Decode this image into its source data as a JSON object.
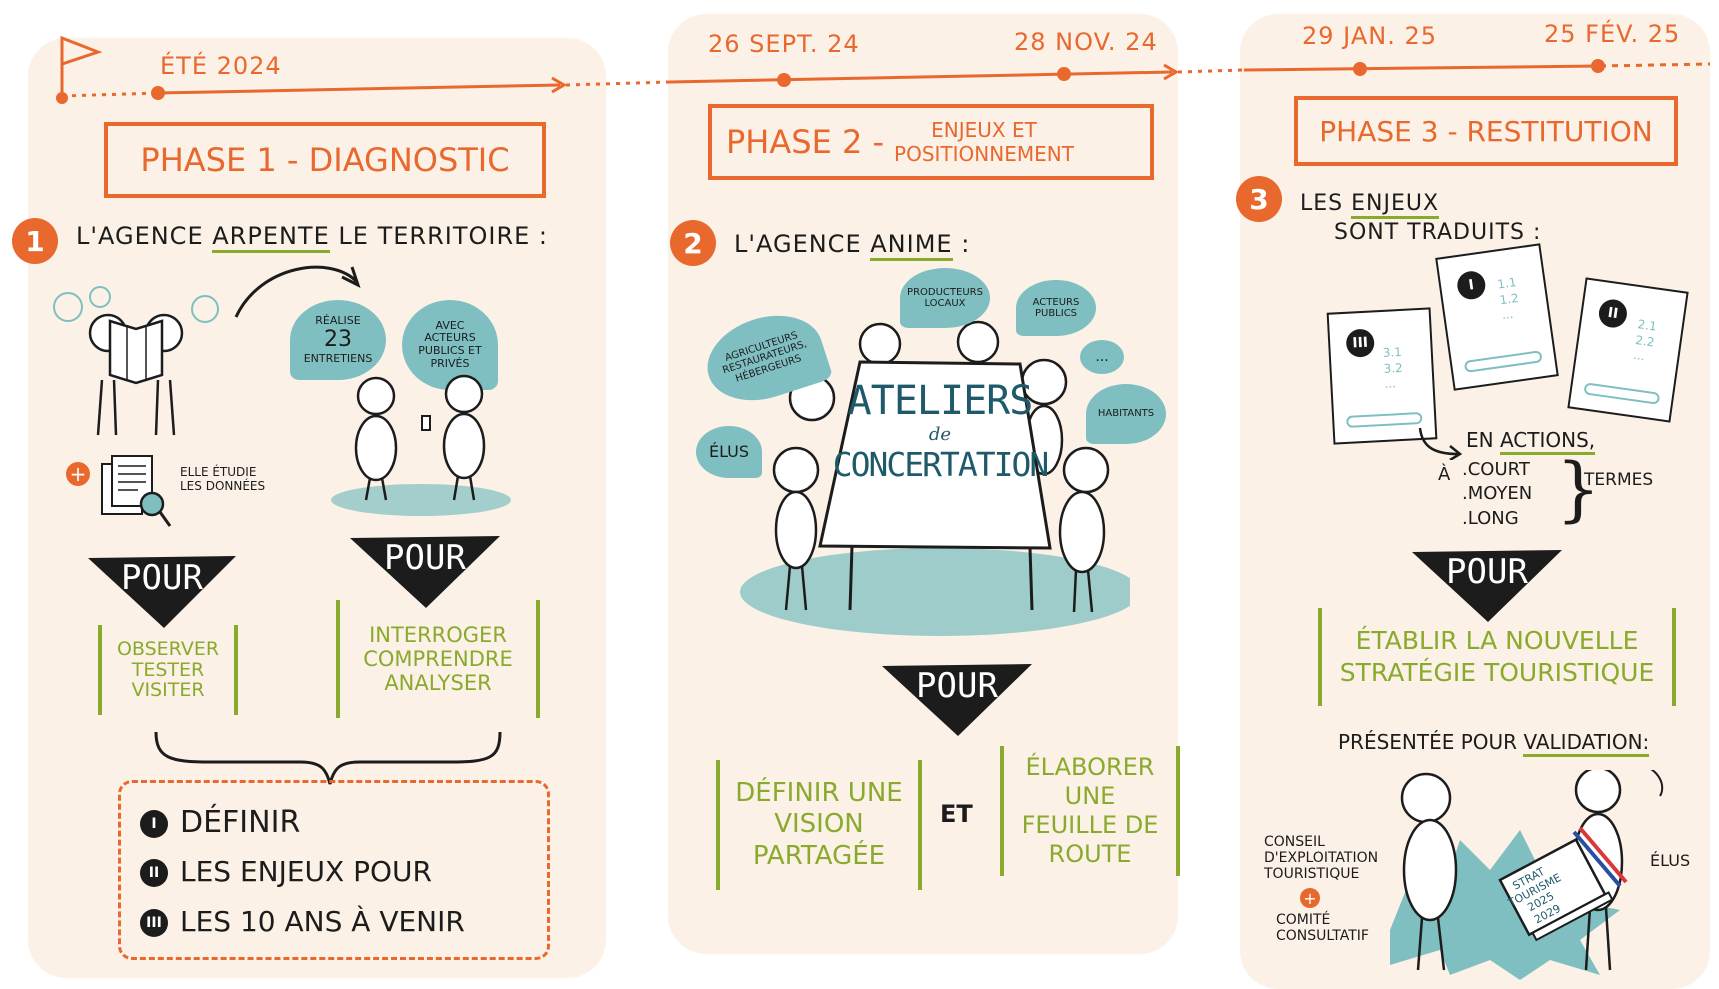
{
  "timeline": {
    "dates": [
      "ÉTÉ 2024",
      "26 SEPT. 24",
      "28 NOV. 24",
      "29 JAN. 25",
      "25 FÉV. 25"
    ]
  },
  "phase1": {
    "title": "PHASE 1 - DIAGNOSTIC",
    "step_number": "1",
    "step_prefix": "L'AGENCE",
    "step_keyword": "ARPENTE",
    "step_suffix": "LE TERRITOIRE :",
    "bubble_realise": {
      "line1": "RÉALISE",
      "number": "23",
      "line2": "ENTRETIENS"
    },
    "bubble_avec": "AVEC ACTEURS PUBLICS ET PRIVÉS",
    "plus_symbol": "+",
    "data_note": "ELLE ÉTUDIE LES DONNÉES",
    "pour_left": "POUR",
    "pour_right": "POUR",
    "left_actions": [
      "OBSERVER",
      "TESTER",
      "VISITER"
    ],
    "right_actions": [
      "INTERROGER",
      "COMPRENDRE",
      "ANALYSER"
    ],
    "goals": [
      {
        "roman": "I",
        "text": "DÉFINIR"
      },
      {
        "roman": "II",
        "text": "LES ENJEUX POUR"
      },
      {
        "roman": "III",
        "text": "LES 10 ANS À VENIR"
      }
    ]
  },
  "phase2": {
    "title_main": "PHASE 2 -",
    "title_sub1": "ENJEUX ET",
    "title_sub2": "POSITIONNEMENT",
    "step_number": "2",
    "step_prefix": "L'AGENCE",
    "step_keyword": "ANIME",
    "step_suffix": ":",
    "board_line1": "ATELIERS",
    "board_line2": "de",
    "board_line3": "CONCERTATION",
    "bubbles": {
      "agri": "AGRICULTEURS RESTAURATEURS, HÉBERGEURS",
      "producteurs": "PRODUCTEURS LOCAUX",
      "acteurs": "ACTEURS PUBLICS",
      "dots": "...",
      "habitants": "HABITANTS",
      "elus": "ÉLUS"
    },
    "pour": "POUR",
    "action_left": "DÉFINIR UNE VISION PARTAGÉE",
    "connector": "ET",
    "action_right": "ÉLABORER UNE FEUILLE DE ROUTE"
  },
  "phase3": {
    "title": "PHASE 3 - RESTITUTION",
    "step_number": "3",
    "step_line1_prefix": "LES",
    "step_line1_keyword": "ENJEUX",
    "step_line2": "SONT TRADUITS :",
    "docs": [
      {
        "roman": "III",
        "lines": [
          "3.1",
          "3.2",
          "..."
        ]
      },
      {
        "roman": "I",
        "lines": [
          "1.1",
          "1.2",
          "..."
        ]
      },
      {
        "roman": "II",
        "lines": [
          "2.1",
          "2.2",
          "..."
        ]
      }
    ],
    "en_prefix": "EN",
    "en_keyword": "ACTIONS,",
    "terms_prefix": "À",
    "terms": [
      ".COURT",
      ".MOYEN",
      ".LONG"
    ],
    "terms_label": "TERMES",
    "pour": "POUR",
    "strategy": "ÉTABLIR LA NOUVELLE STRATÉGIE TOURISTIQUE",
    "validation_prefix": "PRÉSENTÉE POUR",
    "validation_keyword": "VALIDATION:",
    "conseil": "CONSEIL D'EXPLOITATION TOURISTIQUE",
    "plus_symbol": "+",
    "comite": "COMITÉ CONSULTATIF",
    "elus": "ÉLUS",
    "book_title": "STRAT TOURISME",
    "book_years": "2025 2029"
  }
}
